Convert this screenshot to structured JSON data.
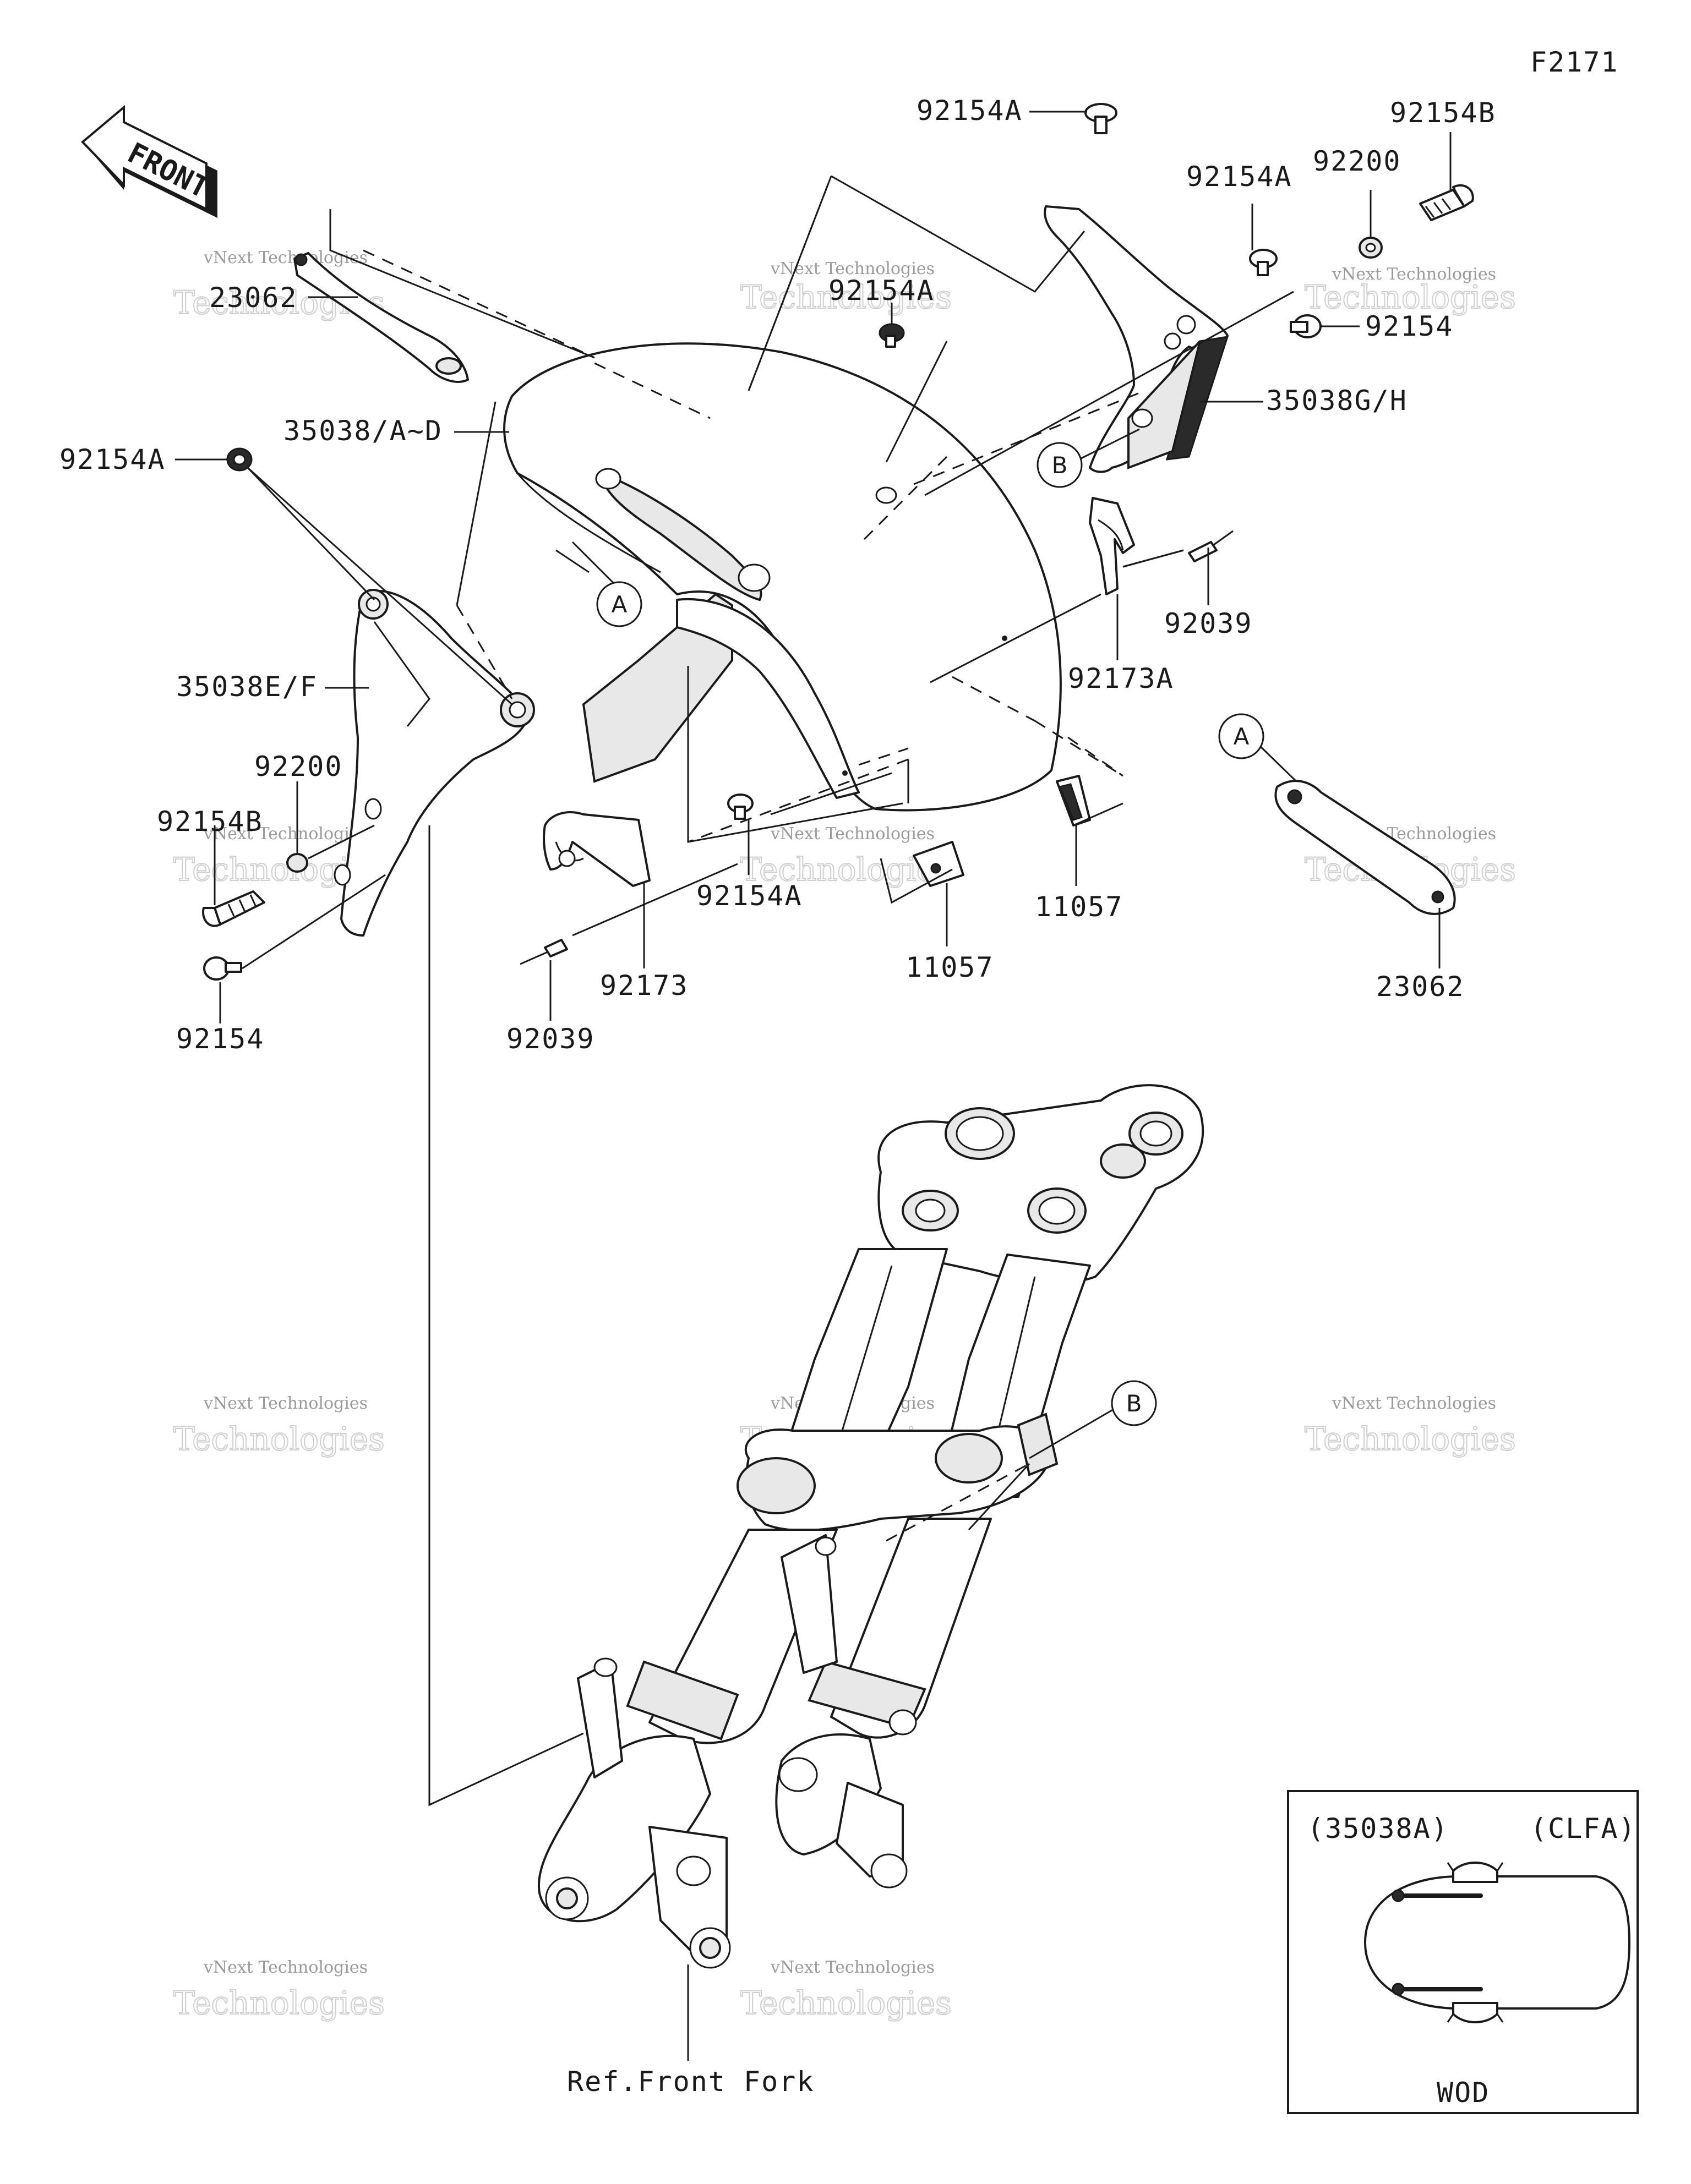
{
  "figure_code": "F2171",
  "front_label": "FRONT",
  "labels": {
    "p_92154A_top": "92154A",
    "p_92154B_top": "92154B",
    "p_92154A_mid": "92154A",
    "p_92200_top": "92200",
    "p_92154A_center": "92154A",
    "p_23062_left": "23062",
    "p_92154_right": "92154",
    "p_35038GH": "35038G/H",
    "p_35038AD": "35038/A~D",
    "p_92154A_left": "92154A",
    "p_92039_right": "92039",
    "p_92173A": "92173A",
    "p_35038EF": "35038E/F",
    "p_92200_left": "92200",
    "p_92154B_left": "92154B",
    "p_92154_left": "92154",
    "p_92154A_bottom": "92154A",
    "p_92173": "92173",
    "p_11057_center": "11057",
    "p_11057_right": "11057",
    "p_92039_left": "92039",
    "p_23062_right": "23062",
    "ref_front_fork": "Ref.Front Fork"
  },
  "callouts": {
    "a_mid": "A",
    "a_right": "A",
    "b_bracket": "B",
    "b_fork": "B"
  },
  "inset": {
    "left_label": "(35038A)",
    "right_label": "(CLFA)",
    "bottom_label": "WOD"
  },
  "watermark": {
    "line1": "vNext Technologies",
    "line2": "Technologies",
    "line3": "vNext"
  },
  "colors": {
    "ink": "#1a1a1a",
    "watermark": "#9a9a9a"
  }
}
